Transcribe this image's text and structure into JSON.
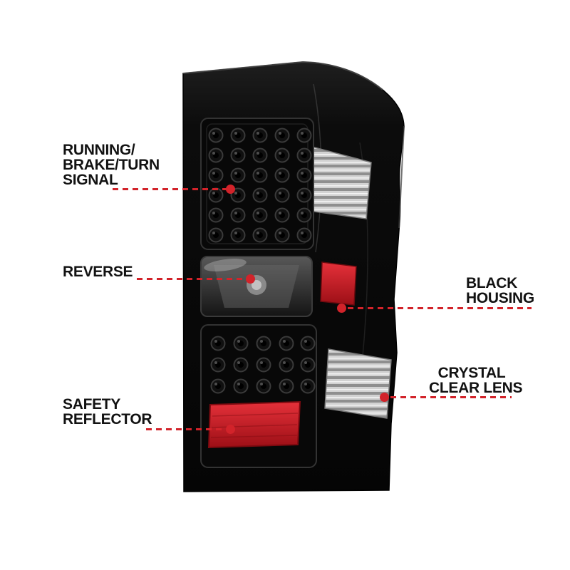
{
  "diagram": {
    "colors": {
      "accent": "#d2232a",
      "housing_black": "#0b0b0b",
      "reflector_red": "#c01820",
      "clear_lens_gray": "#cfcfcf"
    },
    "callouts": {
      "running": {
        "lines": [
          "RUNNING/",
          "BRAKE/TURN",
          "SIGNAL"
        ]
      },
      "reverse": {
        "lines": [
          "REVERSE"
        ]
      },
      "safety": {
        "lines": [
          "SAFETY",
          "REFLECTOR"
        ]
      },
      "housing": {
        "lines": [
          "BLACK",
          "HOUSING"
        ]
      },
      "lens": {
        "lines": [
          "CRYSTAL",
          "CLEAR LENS"
        ]
      }
    }
  }
}
